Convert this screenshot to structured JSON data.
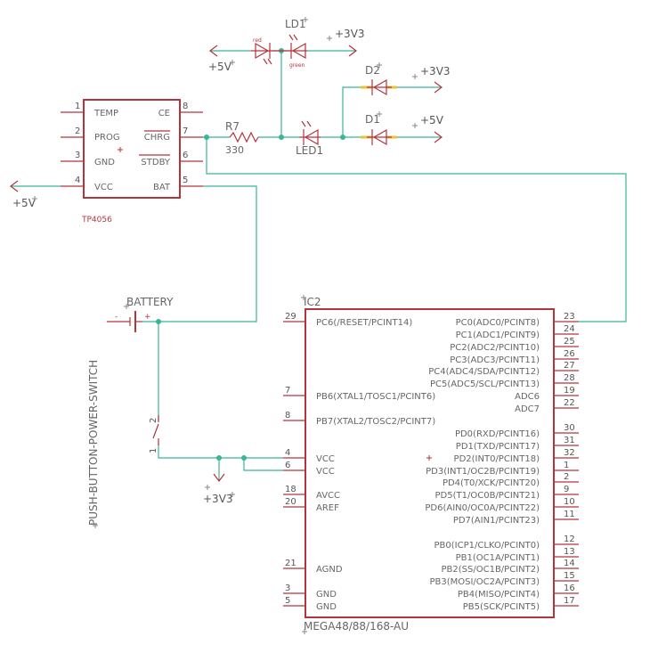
{
  "tp4056": {
    "name": "TP4056",
    "left_pins": [
      {
        "num": "1",
        "label": "TEMP"
      },
      {
        "num": "2",
        "label": "PROG"
      },
      {
        "num": "3",
        "label": "GND"
      },
      {
        "num": "4",
        "label": "VCC"
      }
    ],
    "right_pins": [
      {
        "num": "8",
        "label": "CE"
      },
      {
        "num": "7",
        "label": "CHRG"
      },
      {
        "num": "6",
        "label": "STDBY"
      },
      {
        "num": "5",
        "label": "BAT"
      }
    ]
  },
  "resistor": {
    "name": "R7",
    "value": "330"
  },
  "leds": {
    "ld1": {
      "name": "LD1",
      "red": "red",
      "green": "green"
    },
    "led1": {
      "name": "LED1"
    },
    "d2": {
      "name": "D2"
    },
    "d1": {
      "name": "D1"
    }
  },
  "nets": {
    "top_left": "+5V",
    "top_right": "+3V3",
    "d2_right": "+3V3",
    "d1_right": "+5V",
    "left_vcc": "+5V",
    "bottom": "+3V3"
  },
  "battery": {
    "name": "BATTERY",
    "minus": "-",
    "plus": "+"
  },
  "switch": {
    "name": "PUSH-BUTTON-POWER-SWITCH",
    "pin1": "1",
    "pin2": "2"
  },
  "mcu": {
    "name": "IC2",
    "value": "MEGA48/88/168-AU",
    "left_pins": [
      {
        "num": "29",
        "label": "PC6(/RESET/PCINT14)"
      },
      {
        "num": "7",
        "label": "PB6(XTAL1/TOSC1/PCINT6)"
      },
      {
        "num": "8",
        "label": "PB7(XTAL2/TOSC2/PCINT7)"
      },
      {
        "num": "4",
        "label": "VCC"
      },
      {
        "num": "6",
        "label": "VCC"
      },
      {
        "num": "18",
        "label": "AVCC"
      },
      {
        "num": "20",
        "label": "AREF"
      },
      {
        "num": "21",
        "label": "AGND"
      },
      {
        "num": "3",
        "label": "GND"
      },
      {
        "num": "5",
        "label": "GND"
      }
    ],
    "right_pins": [
      {
        "num": "23",
        "label": "PC0(ADC0/PCINT8)"
      },
      {
        "num": "24",
        "label": "PC1(ADC1/PCINT9)"
      },
      {
        "num": "25",
        "label": "PC2(ADC2/PCINT10)"
      },
      {
        "num": "26",
        "label": "PC3(ADC3/PCINT11)"
      },
      {
        "num": "27",
        "label": "PC4(ADC4/SDA/PCINT12)"
      },
      {
        "num": "28",
        "label": "PC5(ADC5/SCL/PCINT13)"
      },
      {
        "num": "19",
        "label": "ADC6"
      },
      {
        "num": "22",
        "label": "ADC7"
      },
      {
        "num": "30",
        "label": "PD0(RXD/PCINT16)"
      },
      {
        "num": "31",
        "label": "PD1(TXD/PCINT17)"
      },
      {
        "num": "32",
        "label": "PD2(INT0/PCINT18)"
      },
      {
        "num": "1",
        "label": "PD3(INT1/OC2B/PCINT19)"
      },
      {
        "num": "2",
        "label": "PD4(T0/XCK/PCINT20)"
      },
      {
        "num": "9",
        "label": "PD5(T1/OC0B/PCINT21)"
      },
      {
        "num": "10",
        "label": "PD6(AIN0/OC0A/PCINT22)"
      },
      {
        "num": "11",
        "label": "PD7(AIN1/PCINT23)"
      },
      {
        "num": "12",
        "label": "PB0(ICP1/CLKO/PCINT0)"
      },
      {
        "num": "13",
        "label": "PB1(OC1A/PCINT1)"
      },
      {
        "num": "14",
        "label": "PB2(SS/OC1B/PCINT2)"
      },
      {
        "num": "15",
        "label": "PB3(MOSI/OC2A/PCINT3)"
      },
      {
        "num": "16",
        "label": "PB4(MISO/PCINT4)"
      },
      {
        "num": "17",
        "label": "PB5(SCK/PCINT5)"
      }
    ]
  }
}
